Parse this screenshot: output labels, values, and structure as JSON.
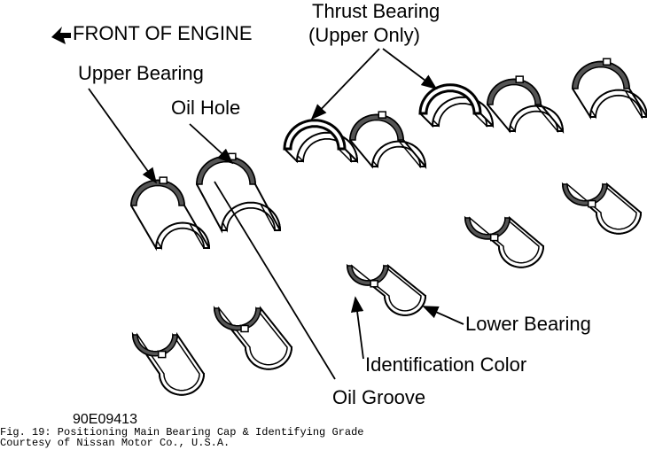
{
  "labels": {
    "front_of_engine": "FRONT OF ENGINE",
    "upper_bearing": "Upper Bearing",
    "oil_hole": "Oil Hole",
    "thrust_bearing_line1": "Thrust Bearing",
    "thrust_bearing_line2": "(Upper Only)",
    "lower_bearing": "Lower Bearing",
    "identification_color": "Identification Color",
    "oil_groove": "Oil Groove"
  },
  "caption": {
    "figure_id": "90E09413",
    "title": "Fig. 19:  Positioning Main Bearing Cap & Identifying Grade",
    "credit": "Courtesy of Nissan Motor Co., U.S.A."
  },
  "colors": {
    "ink": "#000000",
    "background": "#ffffff",
    "shade": "#555555"
  }
}
